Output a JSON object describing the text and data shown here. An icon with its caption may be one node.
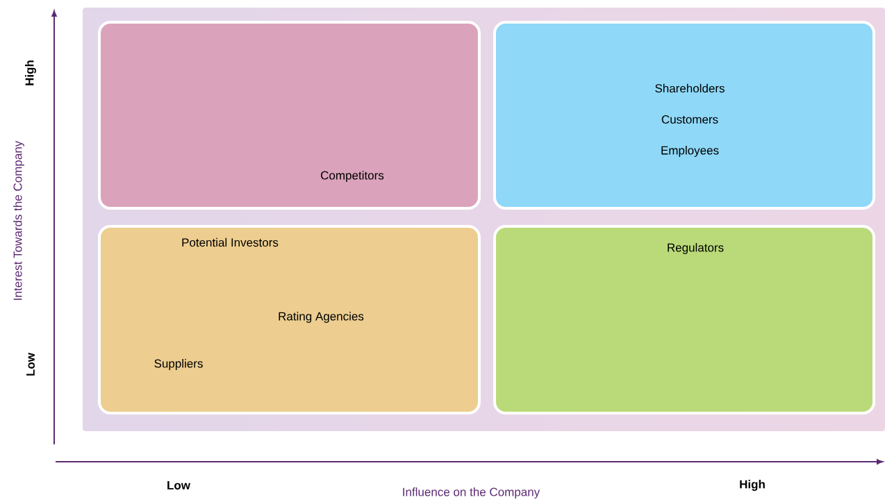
{
  "diagram": {
    "nodes": [
      {
        "text": [
          "Competitors"
        ]
      },
      {
        "text": [
          "Shareholders",
          "Customers",
          "Employees"
        ]
      },
      {
        "text": [
          "Potential Investors",
          "Rating Agencies",
          "Suppliers"
        ]
      },
      {
        "text": [
          "Regulators"
        ]
      }
    ],
    "edges": [],
    "labels": [
      "High",
      "Interest Towards the Company",
      "Low",
      "Low",
      "Influence on the Company",
      "High"
    ]
  }
}
